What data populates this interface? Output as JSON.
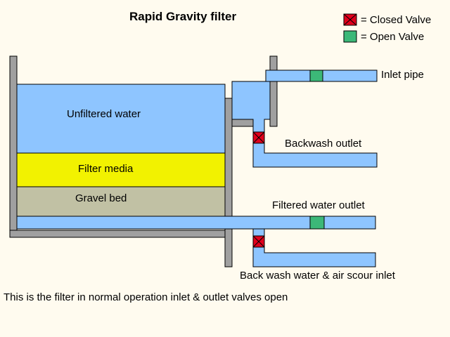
{
  "diagram": {
    "title": "Rapid Gravity filter",
    "caption": "This is the filter in normal operation inlet & outlet valves open"
  },
  "legend": {
    "closed_label": "= Closed Valve",
    "open_label": "= Open Valve"
  },
  "layers": {
    "water": "Unfiltered water",
    "media": "Filter media",
    "gravel": "Gravel bed"
  },
  "pipes": {
    "inlet": "Inlet pipe",
    "backwash_outlet": "Backwash outlet",
    "filtered_outlet": "Filtered water outlet",
    "backwash_inlet": "Back wash water & air scour inlet"
  },
  "valves": {
    "inlet": "open",
    "backwash_outlet": "closed",
    "filtered_outlet": "open",
    "backwash_inlet": "closed"
  },
  "colors": {
    "background": "#fffbef",
    "water": "#8ec5ff",
    "filter_media": "#f2f200",
    "gravel": "#c1c1a4",
    "wall": "#a0a0a0",
    "open_valve": "#3cb878",
    "closed_valve": "#e0001c"
  }
}
